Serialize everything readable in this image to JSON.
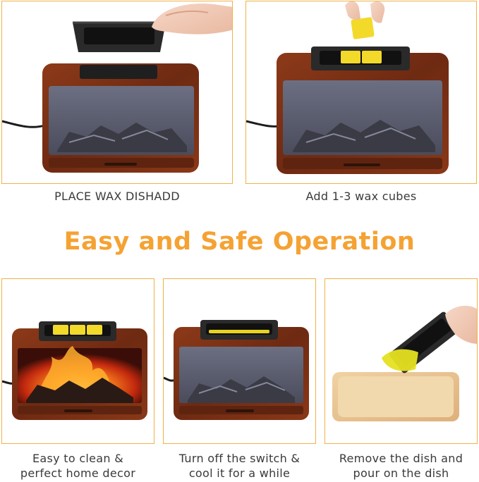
{
  "headline": "Easy and Safe Operation",
  "colors": {
    "accent": "#f5a233",
    "panel_border": "#f0b24a",
    "wood": "#7a2f14",
    "wax": "#f3d92a"
  },
  "steps": [
    {
      "caption_line1": "PLACE WAX DISHADD",
      "caption_line2": ""
    },
    {
      "caption_line1": "Add 1-3 wax cubes",
      "caption_line2": ""
    },
    {
      "caption_line1": "Easy to clean &",
      "caption_line2": "perfect home decor"
    },
    {
      "caption_line1": "Turn off the switch &",
      "caption_line2": "cool it for a while"
    },
    {
      "caption_line1": "Remove the dish and",
      "caption_line2": "pour on the dish"
    }
  ]
}
